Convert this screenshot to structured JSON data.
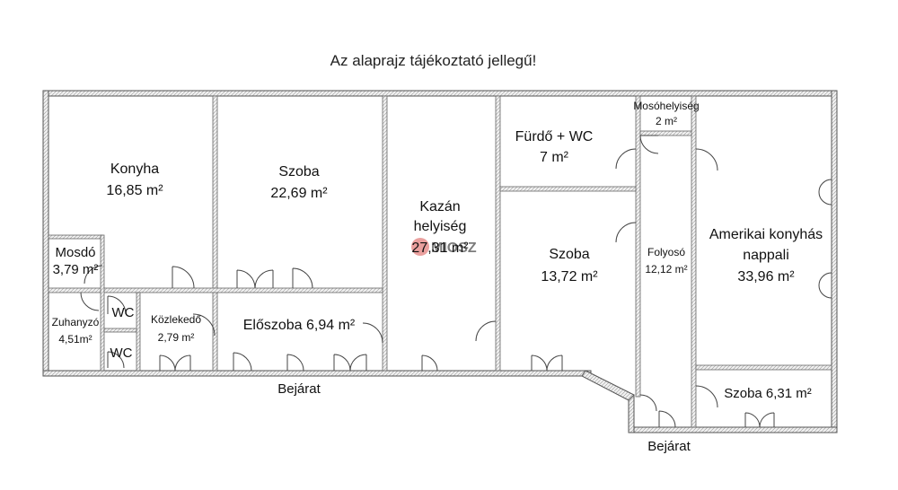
{
  "title": "Az alaprajz tájékoztató jellegű!",
  "rooms": {
    "konyha": {
      "name": "Konyha",
      "area": "16,85 m²"
    },
    "szoba1": {
      "name": "Szoba",
      "area": "22,69 m²"
    },
    "kazan": {
      "name_line1": "Kazán",
      "name_line2": "helyiség",
      "area": "27,31 m²"
    },
    "furdo": {
      "name": "Fürdő + WC",
      "area": "7 m²"
    },
    "moso": {
      "name": "Mosóhelyiség",
      "area": "2 m²"
    },
    "mosdo": {
      "name": "Mosdó",
      "area": "3,79 m²"
    },
    "szoba2": {
      "name": "Szoba",
      "area": "13,72 m²"
    },
    "folyoso": {
      "name": "Folyosó",
      "area": "12,12 m²"
    },
    "amerikai": {
      "name_line1": "Amerikai konyhás",
      "name_line2": "nappali",
      "area": "33,96 m²"
    },
    "zuhany": {
      "name": "Zuhanyzó",
      "area": "4,51m²"
    },
    "wc1": {
      "name": "WC"
    },
    "wc2": {
      "name": "WC"
    },
    "kozlekedo": {
      "name": "Közlekedő",
      "area": "2,79 m²"
    },
    "eloszoba": {
      "label": "Előszoba 6,94 m²"
    },
    "szoba3": {
      "label": "Szoba 6,31 m²"
    }
  },
  "entrances": {
    "main": "Bejárat",
    "side": "Bejárat"
  },
  "watermark": "MIOSZ",
  "colors": {
    "wall": "#555555",
    "wall_fill": "#f4f4f4",
    "watermark": "#d9534f"
  }
}
